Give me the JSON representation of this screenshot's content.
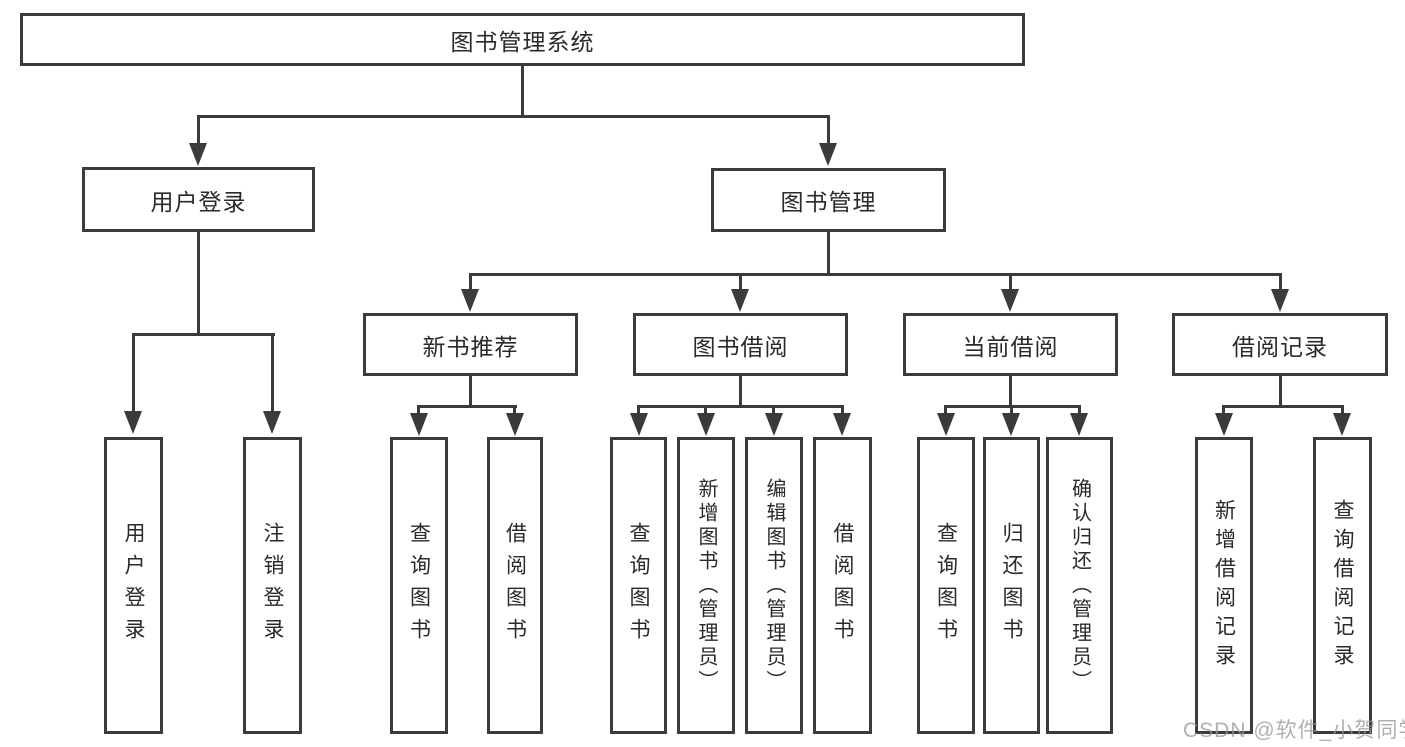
{
  "diagram": {
    "type": "hierarchy-flowchart",
    "colors": {
      "background": "#ffffff",
      "line": "#3b3b3b",
      "text": "#2a2a2a",
      "watermark": "#969696"
    },
    "tree": {
      "label": "图书管理系统",
      "children": [
        {
          "label": "用户登录",
          "children": [
            {
              "label": "用户登录"
            },
            {
              "label": "注销登录"
            }
          ]
        },
        {
          "label": "图书管理",
          "children": [
            {
              "label": "新书推荐",
              "children": [
                {
                  "label": "查询图书"
                },
                {
                  "label": "借阅图书"
                }
              ]
            },
            {
              "label": "图书借阅",
              "children": [
                {
                  "label": "查询图书"
                },
                {
                  "label": "新增图书（管理员）"
                },
                {
                  "label": "编辑图书（管理员）"
                },
                {
                  "label": "借阅图书"
                }
              ]
            },
            {
              "label": "当前借阅",
              "children": [
                {
                  "label": "查询图书"
                },
                {
                  "label": "归还图书"
                },
                {
                  "label": "确认归还（管理员）"
                }
              ]
            },
            {
              "label": "借阅记录",
              "children": [
                {
                  "label": "新增借阅记录"
                },
                {
                  "label": "查询借阅记录"
                }
              ]
            }
          ]
        }
      ]
    },
    "watermark": {
      "text": "CSDN @软件_小贺同学"
    }
  }
}
